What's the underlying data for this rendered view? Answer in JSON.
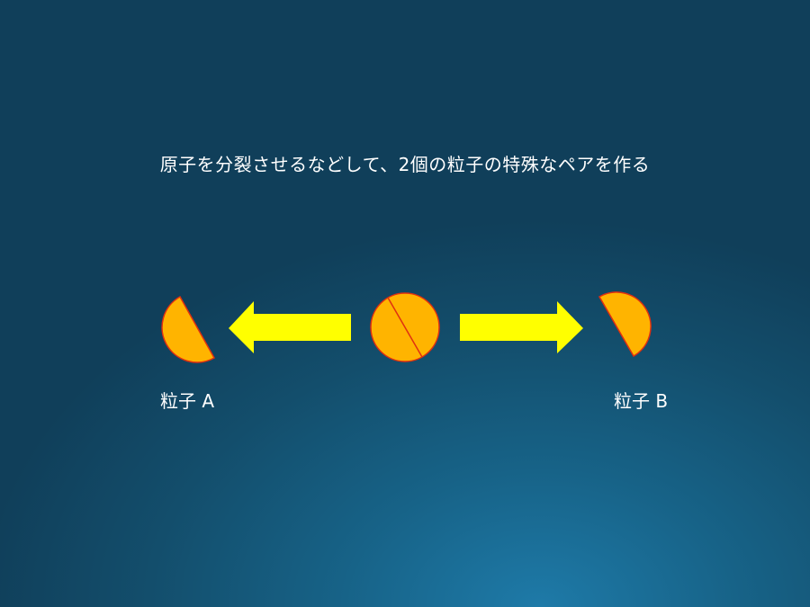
{
  "slide": {
    "title": "原子を分裂させるなどして、2個の粒子の特殊なペアを作る",
    "particle_a_label": "粒子 A",
    "particle_b_label": "粒子 B"
  },
  "colors": {
    "particle_fill": "#FFB400",
    "particle_outline": "#E03010",
    "arrow_fill": "#FFFF00"
  }
}
